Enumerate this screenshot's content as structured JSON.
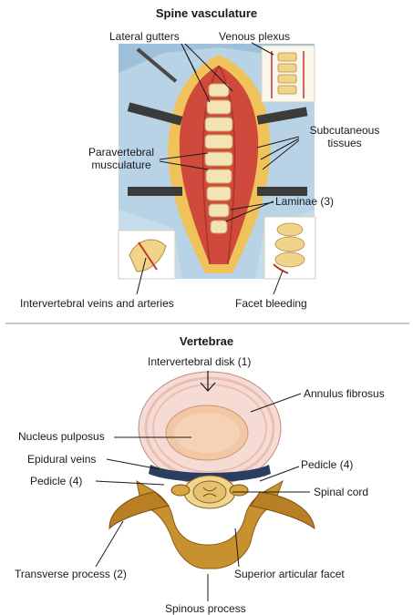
{
  "top_panel": {
    "title": "Spine vasculature",
    "labels": {
      "lateral_gutters": "Lateral gutters",
      "venous_plexus": "Venous plexus",
      "subcutaneous_tissues_1": "Subcutaneous",
      "subcutaneous_tissues_2": "tissues",
      "paravertebral_musculature_1": "Paravertebral",
      "paravertebral_musculature_2": "musculature",
      "laminae": "Laminae (3)",
      "intervertebral_veins": "Intervertebral veins and arteries",
      "facet_bleeding": "Facet bleeding"
    }
  },
  "bottom_panel": {
    "title": "Vertebrae",
    "labels": {
      "intervertebral_disk": "Intervertebral disk (1)",
      "annulus_fibrosus": "Annulus fibrosus",
      "nucleus_pulposus": "Nucleus pulposus",
      "epidural_veins": "Epidural veins",
      "pedicle_left": "Pedicle (4)",
      "pedicle_right": "Pedicle (4)",
      "spinal_cord": "Spinal cord",
      "transverse_process": "Transverse process (2)",
      "superior_articular_facet": "Superior articular facet",
      "spinous_process": "Spinous process"
    }
  }
}
